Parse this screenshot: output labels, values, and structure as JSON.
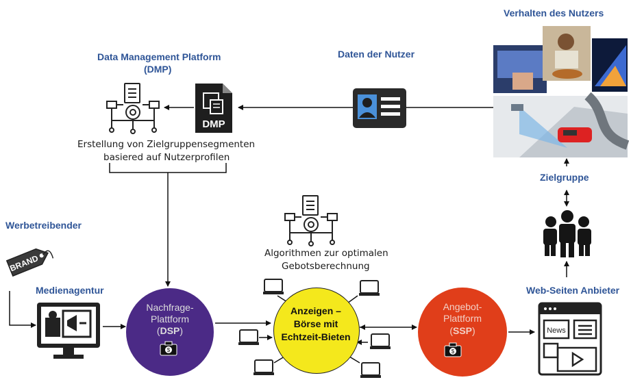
{
  "labels": {
    "behavior": "Verhalten des Nutzers",
    "user_data": "Daten der Nutzer",
    "dmp_title_1": "Data Management Platform",
    "dmp_title_2": "(DMP)",
    "dmp_icon_text": "DMP",
    "segments_1": "Erstellung von Zielgruppensegmenten",
    "segments_2": "basiered auf Nutzerprofilen",
    "target_group": "Zielgruppe",
    "advertiser": "Werbetreibender",
    "brand_tag": "BRAND",
    "algorithm_1": "Algorithmen zur optimalen",
    "algorithm_2": "Gebotsberechnung",
    "media_agency": "Medienagentur",
    "web_publisher": "Web-Seiten Anbieter",
    "news_tag": "News"
  },
  "nodes": {
    "dsp": {
      "line1": "Nachfrage-",
      "line2": "Plattform",
      "abbr": "DSP",
      "color": "#4b2a86"
    },
    "exchange": {
      "line1": "Anzeigen –",
      "line2": "Börse mit",
      "line3": "Echtzeit-Bieten",
      "color": "#f4e81c"
    },
    "ssp": {
      "line1": "Angebot-",
      "line2": "Plattform",
      "abbr": "SSP",
      "color": "#e03e1a"
    }
  },
  "colors": {
    "label_blue": "#2f5597",
    "icon_dark": "#222222"
  }
}
